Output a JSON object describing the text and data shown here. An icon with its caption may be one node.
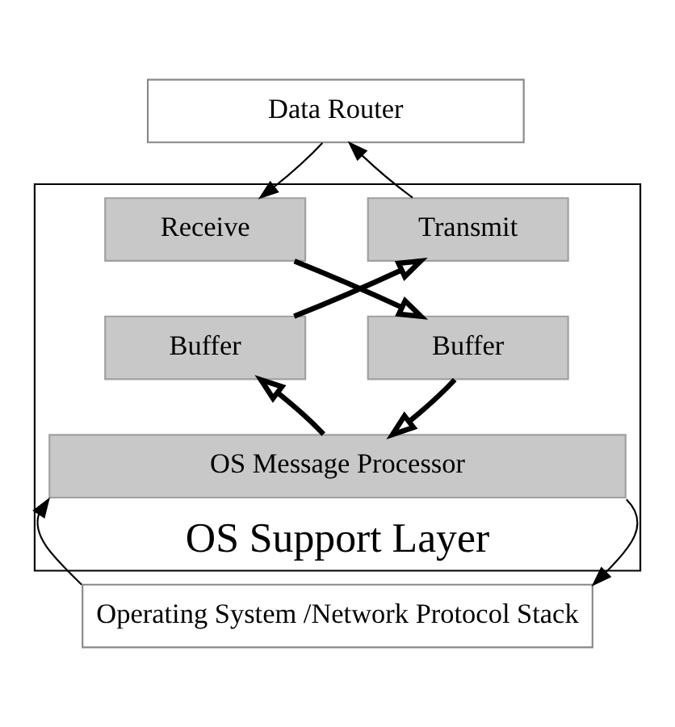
{
  "diagram": {
    "nodes": [
      {
        "text": [
          "Data Router"
        ]
      },
      {
        "text": [
          "OS Support Layer"
        ]
      },
      {
        "text": [
          "Transmit"
        ],
        "in": 1
      },
      {
        "text": [
          "Receive"
        ],
        "in": 1
      },
      {
        "text": [
          "Buffer"
        ],
        "in": 1
      },
      {
        "text": [
          "Buffer"
        ],
        "in": 1
      },
      {
        "text": [
          "OS Message Processor"
        ],
        "in": 1
      },
      {
        "text": [
          "Operating System /Network Protocol Stack"
        ]
      }
    ],
    "edges": [
      {
        "from": 2,
        "to": 0,
        "arrow": "to"
      },
      {
        "from": 0,
        "to": 3,
        "arrow": "to"
      },
      {
        "from": 4,
        "to": 2,
        "arrow": "to",
        "style": "thick"
      },
      {
        "from": 3,
        "to": 5,
        "arrow": "to",
        "style": "thick"
      },
      {
        "from": 6,
        "to": 4,
        "arrow": "to",
        "style": "thick"
      },
      {
        "from": 5,
        "to": 6,
        "arrow": "to",
        "style": "thick"
      },
      {
        "from": 7,
        "to": 6,
        "arrow": "to"
      },
      {
        "from": 6,
        "to": 7,
        "arrow": "to"
      }
    ]
  }
}
